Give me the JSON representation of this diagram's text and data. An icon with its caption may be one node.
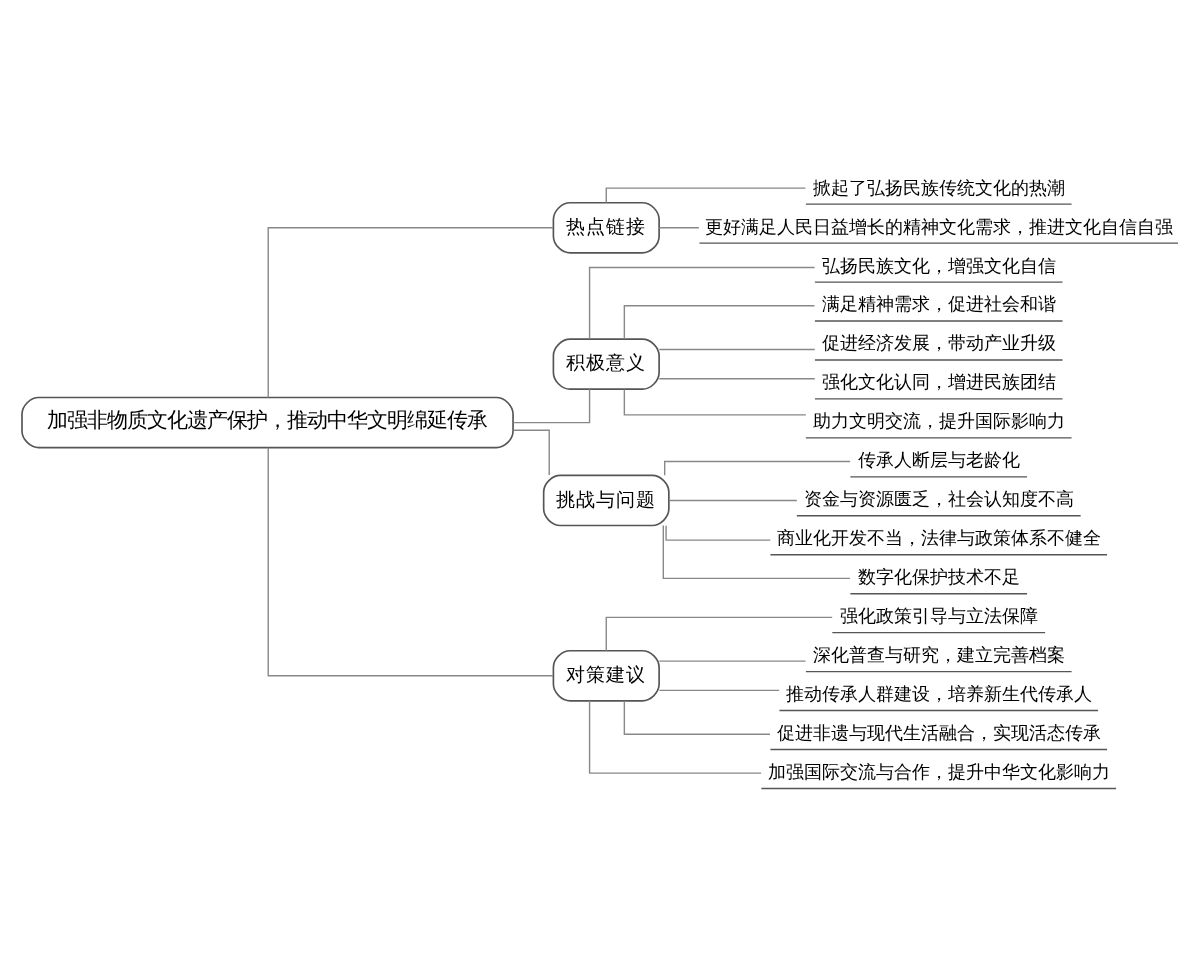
{
  "diagram": {
    "nodes": [
      {
        "text": [
          "加强非物质文化遗产保护，推动中华文明绵延传承"
        ]
      },
      {
        "text": [
          "热点链接"
        ]
      },
      {
        "text": [
          "掀起了弘扬民族传统文化的热潮"
        ]
      },
      {
        "text": [
          "更好满足人民日益增长的精神文化需求，推进文化自信自强"
        ]
      },
      {
        "text": [
          "积极意义"
        ]
      },
      {
        "text": [
          "弘扬民族文化，增强文化自信"
        ]
      },
      {
        "text": [
          "满足精神需求，促进社会和谐"
        ]
      },
      {
        "text": [
          "促进经济发展，带动产业升级"
        ]
      },
      {
        "text": [
          "强化文化认同，增进民族团结"
        ]
      },
      {
        "text": [
          "助力文明交流，提升国际影响力"
        ]
      },
      {
        "text": [
          "挑战与问题"
        ]
      },
      {
        "text": [
          "传承人断层与老龄化"
        ]
      },
      {
        "text": [
          "资金与资源匮乏，社会认知度不高"
        ]
      },
      {
        "text": [
          "商业化开发不当，法律与政策体系不健全"
        ]
      },
      {
        "text": [
          "数字化保护技术不足"
        ]
      },
      {
        "text": [
          "对策建议"
        ]
      },
      {
        "text": [
          "强化政策引导与立法保障"
        ]
      },
      {
        "text": [
          "深化普查与研究，建立完善档案"
        ]
      },
      {
        "text": [
          "推动传承人群建设，培养新生代传承人"
        ]
      },
      {
        "text": [
          "促进非遗与现代生活融合，实现活态传承"
        ]
      },
      {
        "text": [
          "加强国际交流与合作，提升中华文化影响力"
        ]
      }
    ],
    "edges": [
      {
        "from": 0,
        "to": 1,
        "arrow": "none"
      },
      {
        "from": 0,
        "to": 4,
        "arrow": "none"
      },
      {
        "from": 0,
        "to": 10,
        "arrow": "none"
      },
      {
        "from": 0,
        "to": 15,
        "arrow": "none"
      },
      {
        "from": 1,
        "to": 2,
        "arrow": "none"
      },
      {
        "from": 1,
        "to": 3,
        "arrow": "none"
      },
      {
        "from": 4,
        "to": 5,
        "arrow": "none"
      },
      {
        "from": 4,
        "to": 6,
        "arrow": "none"
      },
      {
        "from": 4,
        "to": 7,
        "arrow": "none"
      },
      {
        "from": 4,
        "to": 8,
        "arrow": "none"
      },
      {
        "from": 4,
        "to": 9,
        "arrow": "none"
      },
      {
        "from": 10,
        "to": 11,
        "arrow": "none"
      },
      {
        "from": 10,
        "to": 12,
        "arrow": "none"
      },
      {
        "from": 10,
        "to": 13,
        "arrow": "none"
      },
      {
        "from": 10,
        "to": 14,
        "arrow": "none"
      },
      {
        "from": 15,
        "to": 16,
        "arrow": "none"
      },
      {
        "from": 15,
        "to": 17,
        "arrow": "none"
      },
      {
        "from": 15,
        "to": 18,
        "arrow": "none"
      },
      {
        "from": 15,
        "to": 19,
        "arrow": "none"
      },
      {
        "from": 15,
        "to": 20,
        "arrow": "none"
      }
    ]
  }
}
